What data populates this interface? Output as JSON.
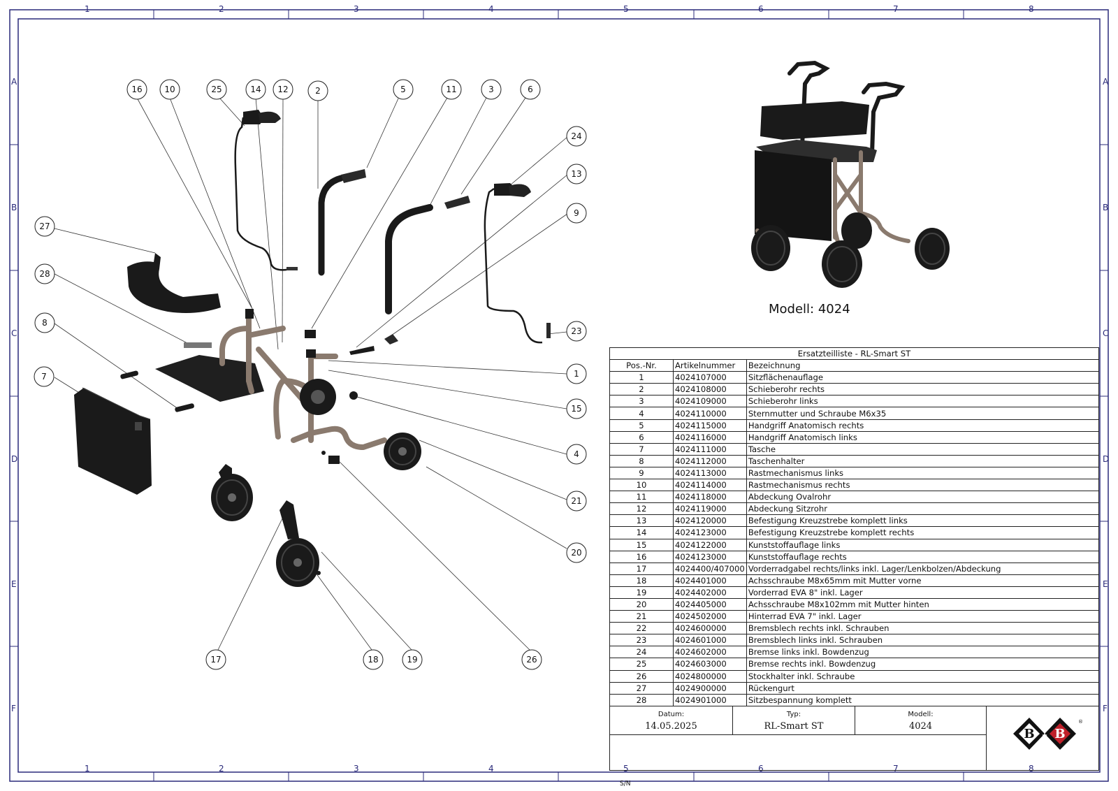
{
  "zones": {
    "columns": [
      "1",
      "2",
      "3",
      "4",
      "5",
      "6",
      "7",
      "8"
    ],
    "rows": [
      "A",
      "B",
      "C",
      "D",
      "E",
      "F"
    ]
  },
  "model_caption": "Modell: 4024",
  "callouts": [
    "16",
    "10",
    "25",
    "14",
    "12",
    "2",
    "5",
    "11",
    "3",
    "6",
    "24",
    "13",
    "9",
    "27",
    "28",
    "8",
    "7",
    "23",
    "1",
    "15",
    "4",
    "21",
    "20",
    "17",
    "18",
    "19",
    "26"
  ],
  "parts_table": {
    "title": "Ersatzteilliste - RL-Smart ST",
    "headers": [
      "Pos.-Nr.",
      "Artikelnummer",
      "Bezeichnung"
    ],
    "rows": [
      [
        "1",
        "4024107000",
        "Sitzflächenauflage"
      ],
      [
        "2",
        "4024108000",
        "Schieberohr rechts"
      ],
      [
        "3",
        "4024109000",
        "Schieberohr links"
      ],
      [
        "4",
        "4024110000",
        "Sternmutter und Schraube M6x35"
      ],
      [
        "5",
        "4024115000",
        "Handgriff Anatomisch rechts"
      ],
      [
        "6",
        "4024116000",
        "Handgriff Anatomisch links"
      ],
      [
        "7",
        "4024111000",
        "Tasche"
      ],
      [
        "8",
        "4024112000",
        "Taschenhalter"
      ],
      [
        "9",
        "4024113000",
        "Rastmechanismus links"
      ],
      [
        "10",
        "4024114000",
        "Rastmechanismus rechts"
      ],
      [
        "11",
        "4024118000",
        "Abdeckung Ovalrohr"
      ],
      [
        "12",
        "4024119000",
        "Abdeckung Sitzrohr"
      ],
      [
        "13",
        "4024120000",
        "Befestigung Kreuzstrebe komplett links"
      ],
      [
        "14",
        "4024123000",
        "Befestigung Kreuzstrebe komplett rechts"
      ],
      [
        "15",
        "4024122000",
        "Kunststoffauflage links"
      ],
      [
        "16",
        "4024123000",
        "Kunststoffauflage rechts"
      ],
      [
        "17",
        "4024400/407000",
        "Vorderradgabel rechts/links inkl. Lager/Lenkbolzen/Abdeckung"
      ],
      [
        "18",
        "4024401000",
        "Achsschraube M8x65mm mit Mutter vorne"
      ],
      [
        "19",
        "4024402000",
        "Vorderrad EVA 8\" inkl. Lager"
      ],
      [
        "20",
        "4024405000",
        "Achsschraube M8x102mm mit Mutter hinten"
      ],
      [
        "21",
        "4024502000",
        "Hinterrad EVA 7\" inkl. Lager"
      ],
      [
        "22",
        "4024600000",
        "Bremsblech rechts inkl. Schrauben"
      ],
      [
        "23",
        "4024601000",
        "Bremsblech links inkl. Schrauben"
      ],
      [
        "24",
        "4024602000",
        "Bremse links inkl. Bowdenzug"
      ],
      [
        "25",
        "4024603000",
        "Bremse rechts inkl. Bowdenzug"
      ],
      [
        "26",
        "4024800000",
        "Stockhalter inkl. Schraube"
      ],
      [
        "27",
        "4024900000",
        "Rückengurt"
      ],
      [
        "28",
        "4024901000",
        "Sitzbespannung komplett"
      ]
    ]
  },
  "title_block": {
    "datum_label": "Datum:",
    "datum_value": "14.05.2025",
    "typ_label": "Typ:",
    "typ_value": "RL-Smart ST",
    "modell_label": "Modell:",
    "modell_value": "4024",
    "sn_label": "S/N",
    "logo_text": "B+B"
  },
  "colors": {
    "border": "#2a2a7a",
    "frame": "#8a7a6e",
    "parts_black": "#1a1a1a"
  }
}
